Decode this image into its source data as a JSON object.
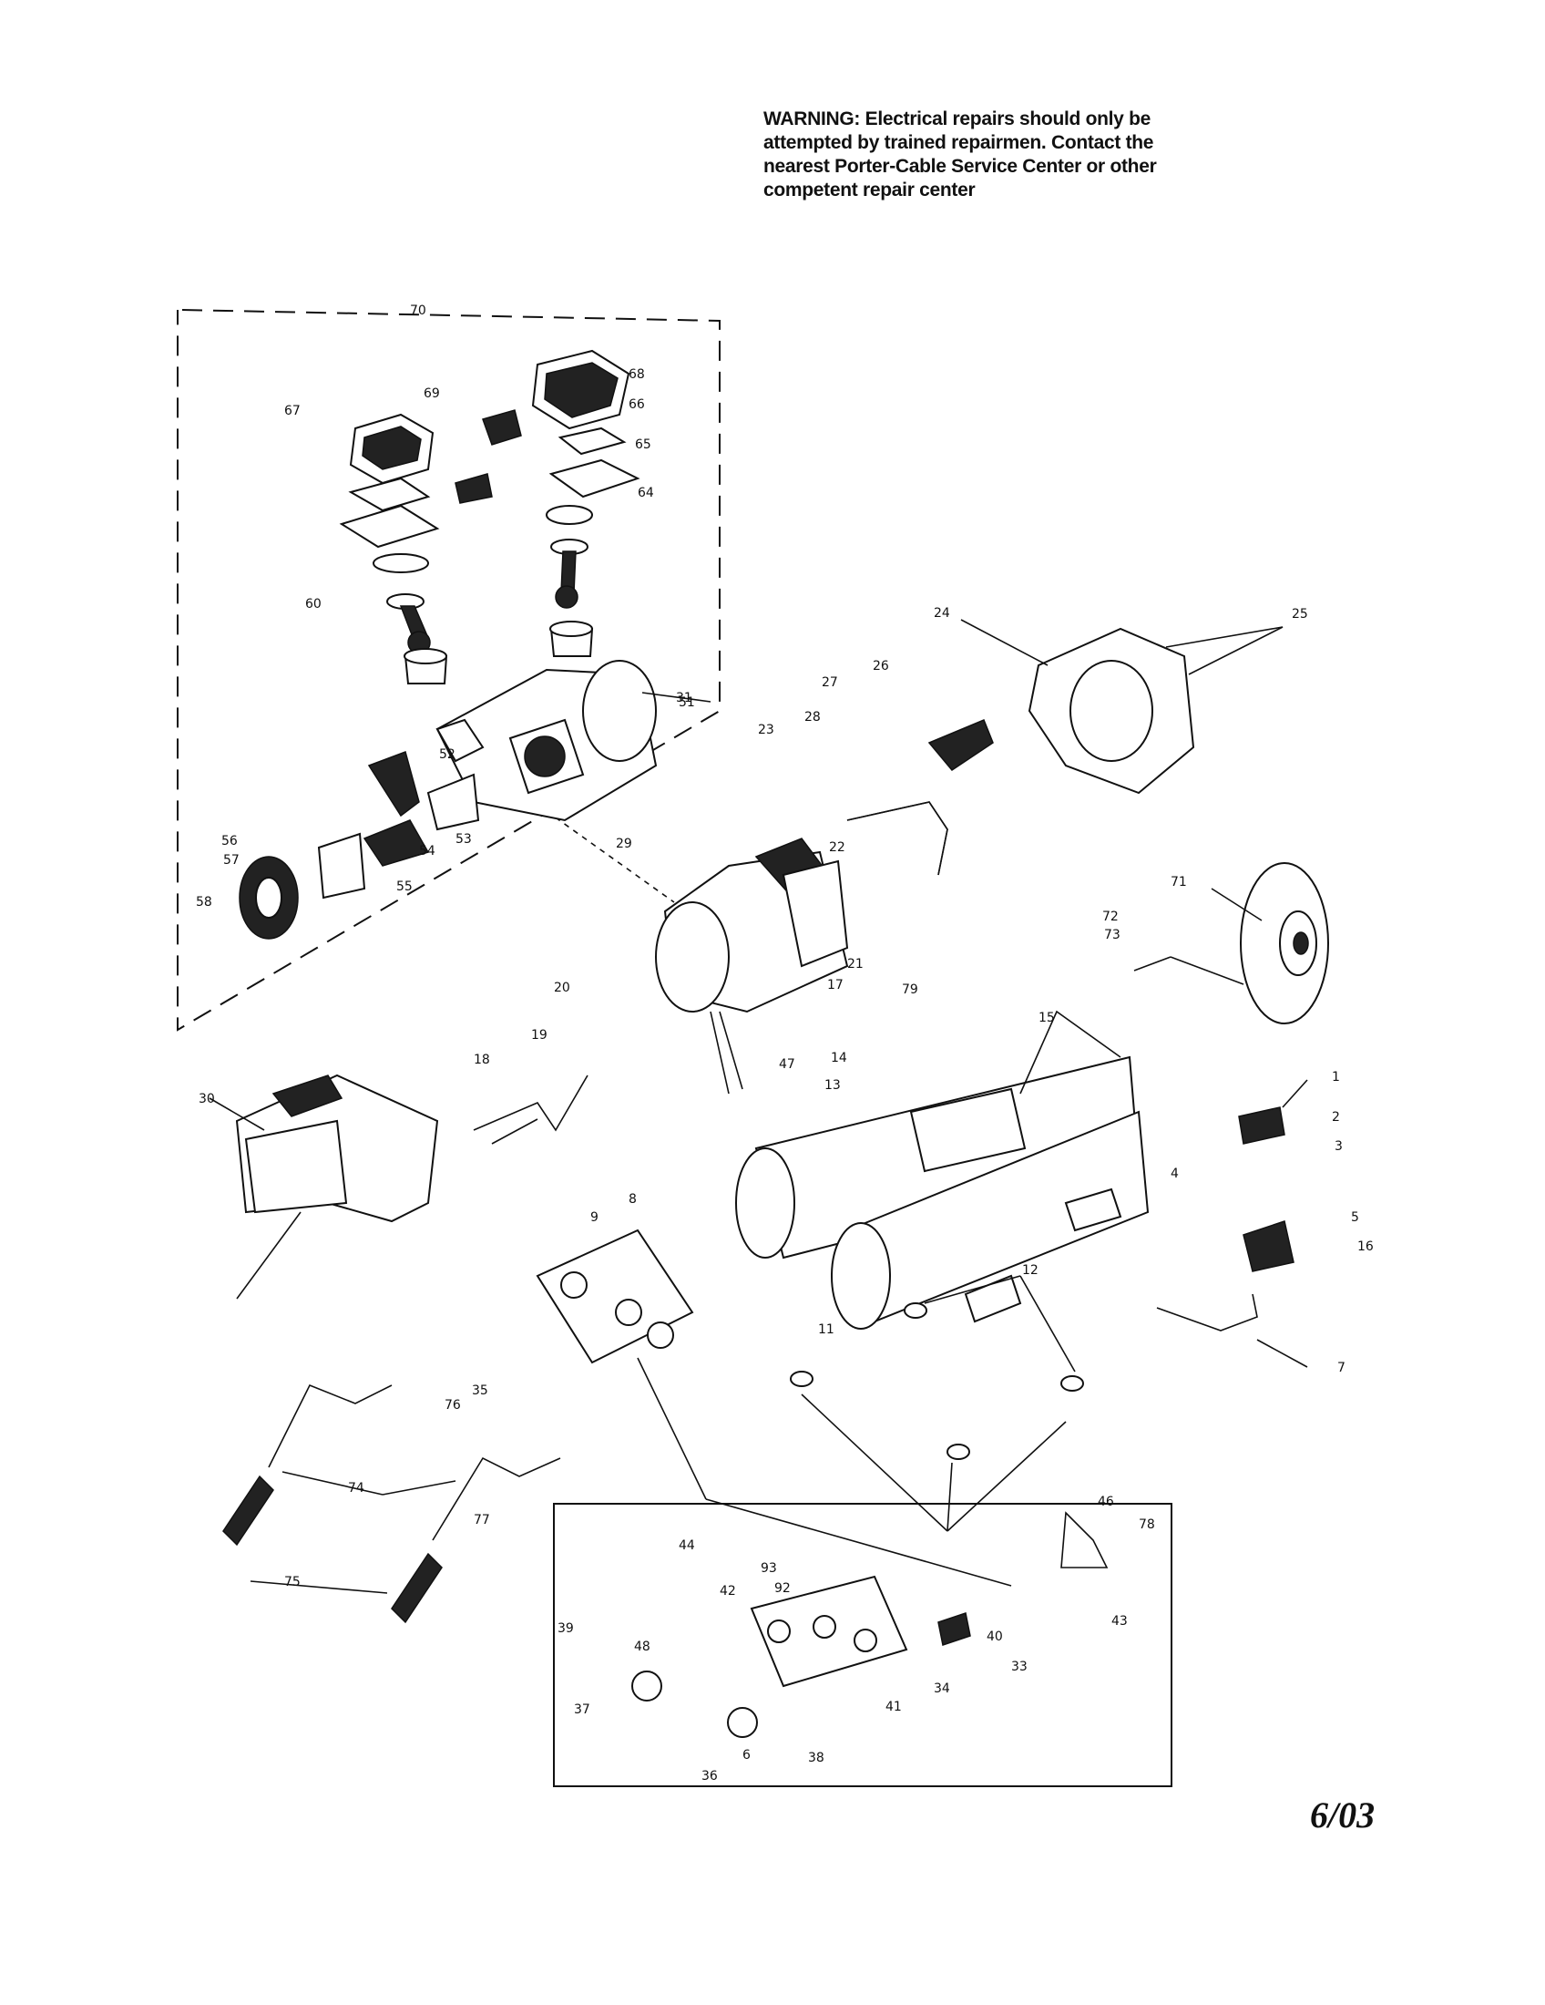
{
  "warning": {
    "lines": [
      "WARNING: Electrical repairs should only be",
      "attempted by trained repairmen. Contact the",
      "nearest Porter-Cable Service Center or other",
      "competent repair center"
    ]
  },
  "date_code": "6/03",
  "callouts": [
    "1",
    "2",
    "3",
    "4",
    "5",
    "6",
    "7",
    "8",
    "9",
    "11",
    "12",
    "13",
    "14",
    "15",
    "16",
    "17",
    "18",
    "19",
    "20",
    "21",
    "22",
    "23",
    "24",
    "25",
    "26",
    "27",
    "28",
    "29",
    "30",
    "31",
    "33",
    "34",
    "35",
    "36",
    "37",
    "38",
    "39",
    "40",
    "41",
    "42",
    "43",
    "44",
    "46",
    "47",
    "48",
    "51",
    "52",
    "53",
    "54",
    "55",
    "56",
    "57",
    "58",
    "60",
    "64",
    "65",
    "66",
    "67",
    "68",
    "69",
    "70",
    "71",
    "72",
    "73",
    "74",
    "75",
    "76",
    "77",
    "78",
    "79",
    "92",
    "93"
  ]
}
